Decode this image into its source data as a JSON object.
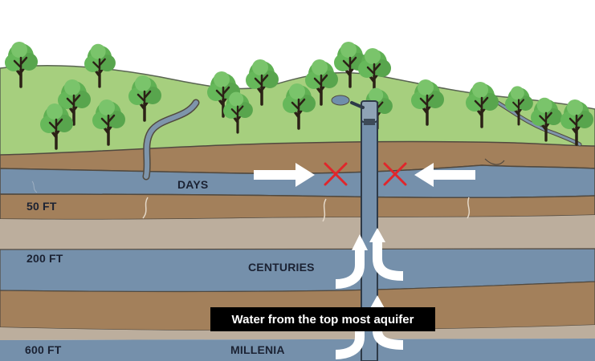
{
  "labels": {
    "depth_50": "50 FT",
    "depth_200": "200 FT",
    "depth_600": "600 FT",
    "zone_days": "DAYS",
    "zone_centuries": "CENTURIES",
    "zone_millenia": "MILLENIA"
  },
  "caption": "Water from the top most aquifer",
  "icons": [
    "tree-icon",
    "flow-arrow-icon",
    "blocked-x-icon",
    "upward-flow-arrow-icon",
    "well-pump-icon"
  ],
  "colors": {
    "grass": "#a6cf7e",
    "soil": "#a3805b",
    "aquifer": "#7590ab",
    "clay": "#bcae9d",
    "block_x": "#e0262b",
    "caption_bg": "#000000"
  }
}
